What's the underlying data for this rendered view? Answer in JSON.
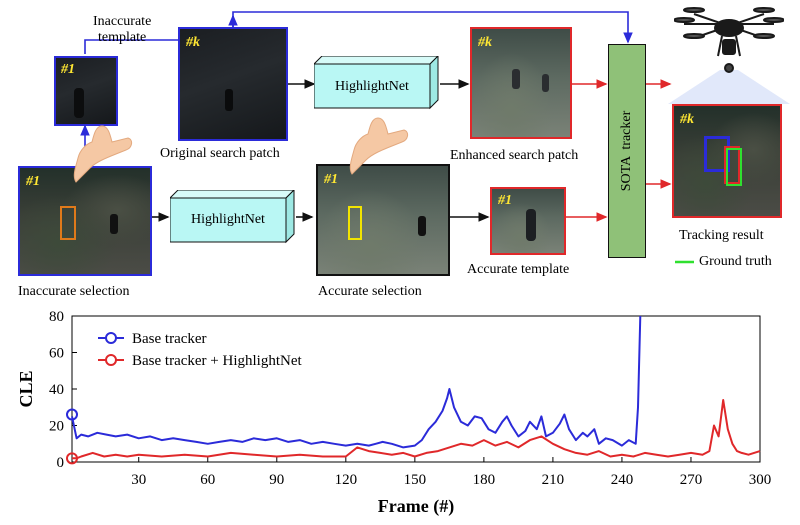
{
  "diagram": {
    "labels": {
      "inaccurate_template": "Inaccurate\ntemplate",
      "original_search_patch": "Original search patch",
      "enhanced_search_patch": "Enhanced search patch",
      "inaccurate_selection": "Inaccurate selection",
      "accurate_selection": "Accurate selection",
      "accurate_template": "Accurate template",
      "tracking_result": "Tracking result",
      "ground_truth": "Ground truth"
    },
    "modules": {
      "highlightnet_top": "HighlightNet",
      "highlightnet_bottom": "HighlightNet",
      "sota_tracker": "SOTA  tracker"
    },
    "frame_tags": {
      "inaccurate_template": "#1",
      "original_search": "#k",
      "enhanced_search": "#k",
      "inaccurate_selection": "#1",
      "accurate_selection": "#1",
      "accurate_template": "#1",
      "tracking_result": "#k"
    },
    "colors": {
      "blue": "#2b2bd9",
      "red": "#e0282a",
      "yellow": "#f2e400",
      "orange": "#e07a1a",
      "green_gt": "#2fe02f",
      "cyan_box": "#b9f7f4",
      "tracker_green": "#8fc178"
    }
  },
  "chart_data": {
    "type": "line",
    "ylabel": "CLE",
    "xlabel": "Frame (#)",
    "xlim": [
      1,
      300
    ],
    "ylim": [
      0,
      80
    ],
    "xticks": [
      30,
      60,
      90,
      120,
      150,
      180,
      210,
      240,
      270,
      300
    ],
    "yticks": [
      0,
      20,
      40,
      60,
      80
    ],
    "legend_position": "top-left",
    "series": [
      {
        "name": "Base tracker",
        "color": "#2b2bd9",
        "x": [
          1,
          3,
          5,
          8,
          12,
          16,
          20,
          25,
          30,
          35,
          40,
          45,
          50,
          55,
          60,
          65,
          70,
          75,
          80,
          85,
          90,
          95,
          100,
          105,
          110,
          115,
          120,
          125,
          130,
          133,
          136,
          140,
          145,
          150,
          153,
          156,
          159,
          162,
          164,
          165,
          167,
          170,
          173,
          176,
          179,
          182,
          185,
          188,
          190,
          192,
          195,
          198,
          200,
          203,
          205,
          207,
          210,
          213,
          215,
          217,
          220,
          223,
          225,
          228,
          230,
          233,
          236,
          240,
          243,
          246,
          247,
          248
        ],
        "y": [
          25,
          13,
          15,
          14,
          16,
          15,
          14,
          15,
          13,
          14,
          12,
          13,
          12,
          11,
          10,
          11,
          12,
          11,
          13,
          12,
          13,
          11,
          12,
          10,
          11,
          10,
          9,
          10,
          9,
          10,
          11,
          10,
          8,
          9,
          12,
          18,
          22,
          28,
          35,
          40,
          30,
          22,
          20,
          25,
          24,
          18,
          16,
          22,
          25,
          20,
          14,
          17,
          22,
          18,
          25,
          14,
          16,
          21,
          26,
          18,
          12,
          16,
          14,
          18,
          10,
          13,
          12,
          9,
          12,
          10,
          30,
          80
        ]
      },
      {
        "name": "Base tracker + HighlightNet",
        "color": "#e0282a",
        "x": [
          1,
          3,
          5,
          10,
          15,
          20,
          25,
          30,
          40,
          50,
          60,
          70,
          80,
          90,
          100,
          110,
          120,
          125,
          130,
          135,
          140,
          145,
          150,
          155,
          160,
          165,
          170,
          175,
          180,
          185,
          190,
          195,
          200,
          205,
          210,
          215,
          220,
          225,
          230,
          235,
          240,
          245,
          250,
          255,
          260,
          265,
          270,
          275,
          278,
          280,
          282,
          284,
          286,
          288,
          290,
          292,
          295,
          300
        ],
        "y": [
          2,
          2,
          3,
          5,
          3,
          4,
          3,
          4,
          3,
          4,
          3,
          5,
          4,
          3,
          4,
          3,
          3,
          8,
          6,
          5,
          4,
          5,
          3,
          5,
          6,
          8,
          10,
          9,
          12,
          9,
          11,
          8,
          12,
          14,
          10,
          7,
          5,
          4,
          6,
          3,
          4,
          3,
          5,
          4,
          3,
          4,
          5,
          4,
          6,
          20,
          14,
          34,
          18,
          10,
          6,
          5,
          4,
          6
        ]
      }
    ],
    "start_markers": [
      {
        "series": "Base tracker",
        "x": 1,
        "y": 26
      },
      {
        "series": "Base tracker + HighlightNet",
        "x": 1,
        "y": 2
      }
    ]
  }
}
